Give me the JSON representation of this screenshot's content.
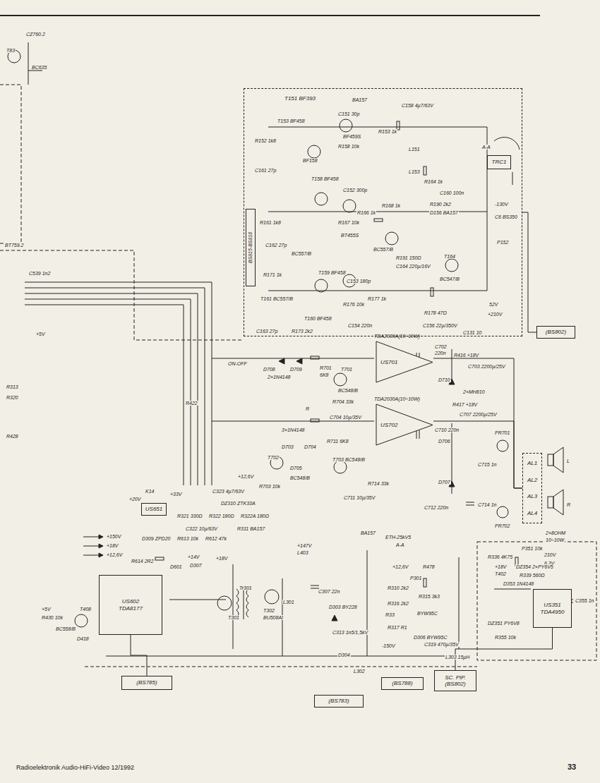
{
  "diagram": {
    "nodes": [
      {
        "text": [
          "T151 BF393"
        ]
      },
      {
        "text": [
          "BS815-BS816"
        ],
        "in": 0
      },
      {
        "text": [
          "TRC1"
        ],
        "in": 0
      },
      {
        "text": [
          "TDA2030A(10÷10W)",
          "US701"
        ]
      },
      {
        "text": [
          "TDA2030A(10÷10W)",
          "US702"
        ]
      },
      {
        "text": [
          "AL1",
          "AL2",
          "AL3",
          "AL4"
        ]
      },
      {
        "text": [
          "US651"
        ]
      },
      {
        "text": [
          "US602",
          "TDA8177"
        ]
      },
      {
        "text": [
          "US351",
          "TDA4950"
        ]
      },
      {
        "text": [
          "(BS785)"
        ]
      },
      {
        "text": [
          "(BS783)"
        ]
      },
      {
        "text": [
          "(BS788)"
        ]
      },
      {
        "text": [
          "SC. PIP.",
          "(BS802)"
        ]
      },
      {
        "text": [
          "(BS802)"
        ]
      }
    ],
    "edges": [
      {
        "from": 3,
        "to": 5,
        "arrow": "none"
      },
      {
        "from": 4,
        "to": 5,
        "arrow": "none"
      },
      {
        "from": 7,
        "to": 9,
        "arrow": "none"
      },
      {
        "from": 8,
        "to": 12,
        "arrow": "none"
      },
      {
        "from": 0,
        "to": 13,
        "arrow": "none"
      }
    ],
    "labels": [
      "CZ760.2",
      "T83",
      "BC635",
      "BT759.2",
      "C539 1n2",
      "R313",
      "R320",
      "R428",
      "+5V",
      "ON-OFF",
      "R422",
      "D708",
      "D709",
      "2×1N4148",
      "R701",
      "6K8",
      "T701",
      "BC548/B",
      "R",
      "C702",
      "220n",
      "R416 +18V",
      "C703 2200µ/25V",
      "D710",
      "2×MH810",
      "R417 +18V",
      "C707 2200µ/25V",
      "R704 33k",
      "C704 10µ/35V",
      "3×1N4148",
      "D703",
      "D704",
      "D705",
      "T702",
      "+12,6V",
      "R703 10k",
      "BC548/B",
      "R711 6K8",
      "T703 BC548/B",
      "C710 220n",
      "R714 33k",
      "C711 10µ/35V",
      "D706",
      "D707",
      "C712 220n",
      "PR701",
      "PR702",
      "C715 1n",
      "C714 1n",
      "L",
      "R",
      "2×8OHM",
      "10÷10W",
      "210V",
      "6,3V",
      "R153 1k",
      "C158 4µ7/63V",
      "BA157",
      "C151 30p",
      "BF459S",
      "R158 10k",
      "T153 BF458",
      "R152 1k8",
      "BF158",
      "C161 27p",
      "L151",
      "L153",
      "R164 1k",
      "C160 100n",
      "T158 BF458",
      "C152 300p",
      "R166 1k",
      "R167 10k",
      "BT455S",
      "R168 1k",
      "R161 1k8",
      "C162 27p",
      "BC557/B",
      "R190 2k2",
      "D156 BA157",
      "BC557/B",
      "R191 150Ω",
      "C164 220µ/16V",
      "T164",
      "BC547/B",
      "-130V",
      "C6 BS350",
      "P152",
      "R171 1k",
      "T159 BF458",
      "C153 180p",
      "R176 10k",
      "T161 BC557/B",
      "T160 BF458",
      "C163 27p",
      "R173 2k2",
      "C154 220n",
      "R177 1k",
      "R178 47Ω",
      "C156 22µ/350V",
      "52V",
      "+210V",
      "C131 10",
      "A-A",
      "K14",
      "+20V",
      "+33V",
      "C323 4µ7/63V",
      "DZ310 ZTK33A",
      "R321 330Ω",
      "R322 180Ω",
      "R322A 180Ω",
      "C322 10µ/63V",
      "R311 BA157",
      "D309 ZPD20",
      "R613 10k",
      "R612 47k",
      "+150V",
      "+18V",
      "+12,6V",
      "R614 2R2",
      "D601",
      "+14V",
      "D307",
      "+18V",
      "Tr301",
      "T301",
      "T302",
      "BU508AI",
      "L301",
      "+147V",
      "L403",
      "C307 22n",
      "D303 BY228",
      "C313 1n5/1,5kV",
      "D304",
      "ETH-25kV5",
      "A-A",
      "BA157",
      "+12,6V",
      "R478",
      "P301",
      "R310 2k2",
      "R315 3k3",
      "R316 2k2",
      "R33",
      "BYW95C",
      "R317 R1",
      "D306 BYW95C",
      "C319 470µ/35V",
      "-150V",
      "L303 15µH",
      "L302",
      "R336 4K75",
      "P351 10k",
      "+18V",
      "T402",
      "DZ354 2×PY6V5",
      "R339 560Ω",
      "D353 1N4148",
      "DZ351 PY6V8",
      "C355 1n",
      "R355 10k",
      "R430 10k",
      "T408",
      "BC558/B",
      "D418",
      "+5V",
      "Radioelektronik Audio-HiFi-Video 12/1992",
      "33"
    ]
  }
}
